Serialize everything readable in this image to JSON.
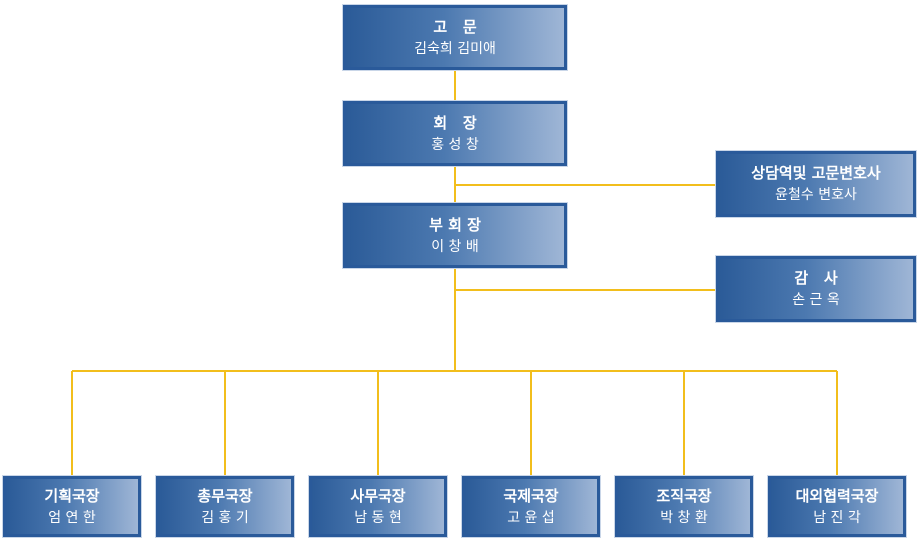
{
  "colors": {
    "box_fill": "#2b5b98",
    "box_border": "#2a5a9a",
    "connector": "#f2be1c"
  },
  "nodes": {
    "advisor": {
      "title": "고   문",
      "names": "김숙희 김미애"
    },
    "chairman": {
      "title": "회   장",
      "names": "홍 성 창"
    },
    "consultant": {
      "title": "상담역및 고문변호사",
      "names": "윤철수 변호사"
    },
    "vice_chair": {
      "title": "부 회 장",
      "names": "이 창 배"
    },
    "auditor": {
      "title": "감   사",
      "names": "손 근 옥"
    }
  },
  "directors": [
    {
      "title": "기획국장",
      "names": "엄 연 한"
    },
    {
      "title": "총무국장",
      "names": "김 홍 기"
    },
    {
      "title": "사무국장",
      "names": "남 동 현"
    },
    {
      "title": "국제국장",
      "names": "고 윤 섭"
    },
    {
      "title": "조직국장",
      "names": "박 창 환"
    },
    {
      "title": "대외협력국장",
      "names": "남 진 각"
    }
  ]
}
